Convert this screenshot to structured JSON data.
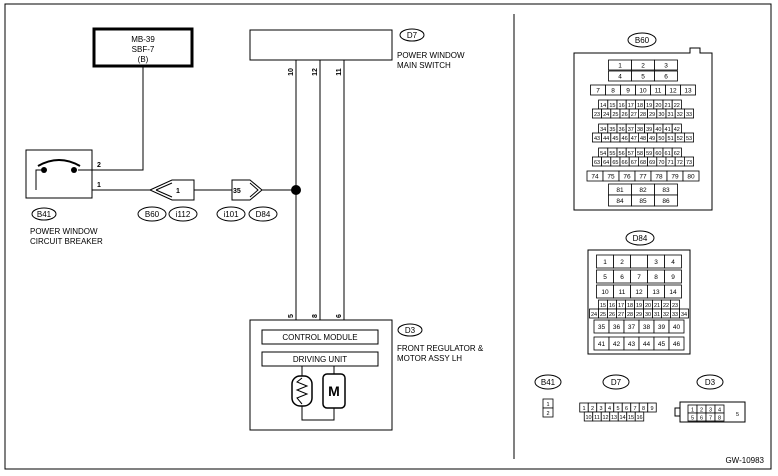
{
  "fuse": {
    "line1": "MB-39",
    "line2": "SBF-7",
    "line3": "(B)"
  },
  "d7": {
    "tag": "D7",
    "name_line1": "POWER WINDOW",
    "name_line2": "MAIN SWITCH",
    "pins": [
      "10",
      "12",
      "11"
    ]
  },
  "b41": {
    "tag": "B41",
    "name_line1": "POWER WINDOW",
    "name_line2": "CIRCUIT BREAKER",
    "pin_top": "2",
    "pin_bottom": "1"
  },
  "connectors": {
    "left": "1",
    "right": "35",
    "b60": "B60",
    "i112": "i112",
    "i101": "i101",
    "d84": "D84"
  },
  "d3": {
    "tag": "D3",
    "name_line1": "FRONT REGULATOR &",
    "name_line2": "MOTOR ASSY LH",
    "pins": [
      "5",
      "8",
      "6"
    ],
    "control_module": "CONTROL MODULE",
    "driving_unit": "DRIVING UNIT",
    "motor_symbol": "M"
  },
  "b60_view": {
    "tag": "B60",
    "rows": [
      [
        "1",
        "2",
        "3"
      ],
      [
        "4",
        "5",
        "6"
      ],
      [
        "7",
        "8",
        "9",
        "10",
        "11",
        "12",
        "13"
      ],
      [
        "14",
        "15",
        "16",
        "17",
        "18",
        "19",
        "20",
        "21",
        "22"
      ],
      [
        "23",
        "24",
        "25",
        "26",
        "27",
        "28",
        "29",
        "30",
        "31",
        "32",
        "33"
      ],
      [
        "34",
        "35",
        "36",
        "37",
        "38",
        "39",
        "40",
        "41",
        "42"
      ],
      [
        "43",
        "44",
        "45",
        "46",
        "47",
        "48",
        "49",
        "50",
        "51",
        "52",
        "53"
      ],
      [
        "54",
        "55",
        "56",
        "57",
        "58",
        "59",
        "60",
        "61",
        "62"
      ],
      [
        "63",
        "64",
        "65",
        "66",
        "67",
        "68",
        "69",
        "70",
        "71",
        "72",
        "73"
      ],
      [
        "74",
        "75",
        "76",
        "77",
        "78",
        "79",
        "80"
      ],
      [
        "81",
        "82",
        "83"
      ],
      [
        "84",
        "85",
        "86"
      ]
    ]
  },
  "d84_view": {
    "tag": "D84",
    "rows": [
      [
        "1",
        "2",
        "",
        "3",
        "4"
      ],
      [
        "5",
        "6",
        "7",
        "8",
        "9"
      ],
      [
        "10",
        "11",
        "12",
        "13",
        "14"
      ],
      [
        "15",
        "16",
        "17",
        "18",
        "19",
        "20",
        "21",
        "22",
        "23"
      ],
      [
        "24",
        "25",
        "26",
        "27",
        "28",
        "29",
        "30",
        "31",
        "32",
        "33",
        "34"
      ],
      [
        "35",
        "36",
        "37",
        "38",
        "39",
        "40"
      ],
      [
        "41",
        "42",
        "43",
        "44",
        "45",
        "46"
      ]
    ]
  },
  "b41_view": {
    "tag": "B41",
    "pins": [
      "1",
      "2"
    ]
  },
  "d7_view": {
    "tag": "D7",
    "rows": [
      [
        "1",
        "2",
        "3",
        "4",
        "5",
        "6",
        "7",
        "8",
        "9"
      ],
      [
        "10",
        "11",
        "12",
        "13",
        "14",
        "15",
        "16"
      ]
    ]
  },
  "d3_view": {
    "tag": "D3",
    "rows": [
      [
        "1",
        "2",
        "3",
        "4"
      ],
      [
        "5",
        "6",
        "7",
        "8"
      ]
    ],
    "side": "5"
  },
  "figure_id": "GW-10983"
}
